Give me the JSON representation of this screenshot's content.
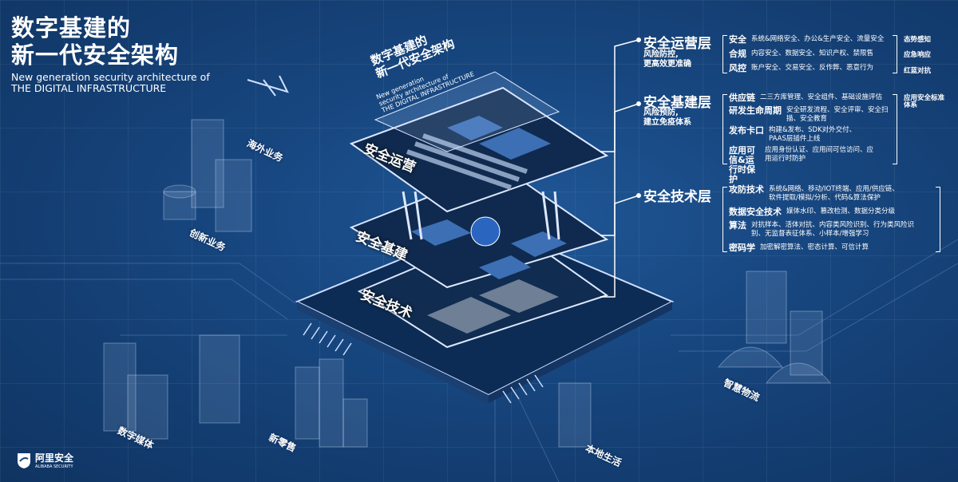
{
  "title": {
    "line1": "数字基建的",
    "line2": "新一代安全架构",
    "en1": "New generation security architecture of",
    "en2": "THE DIGITAL INFRASTRUCTURE"
  },
  "chip": {
    "title1": "数字基建的",
    "title2": "新一代安全架构",
    "en1": "New generation",
    "en2": "security architecture of",
    "en3": "THE DIGITAL INFRASTRUCTURE",
    "layers": [
      "安全运营",
      "安全基建",
      "安全技术"
    ]
  },
  "scenes": [
    "海外业务",
    "创新业务",
    "数字媒体",
    "新零售",
    "本地生活",
    "智慧物流"
  ],
  "panel": {
    "ops": {
      "title": "安全运营层",
      "sub1": "风险防控,",
      "sub2": "更高效更准确",
      "rows": [
        {
          "k": "安全",
          "v": "系统&网络安全、办公&生产安全、流量安全"
        },
        {
          "k": "合规",
          "v": "内容安全、数据安全、知识产权、禁限售"
        },
        {
          "k": "风控",
          "v": "账户安全、交易安全、反作弊、恶意行为"
        }
      ],
      "side": [
        "态势感知",
        "应急响应",
        "红蓝对抗"
      ]
    },
    "infra": {
      "title": "安全基建层",
      "sub1": "风险预防,",
      "sub2": "建立免疫体系",
      "rows": [
        {
          "k": "供应链",
          "v": "二三方库管理、安全组件、基础设施评估"
        },
        {
          "k": "研发生命周期",
          "v": "安全研发流程、安全评审、安全扫描、安全教育"
        },
        {
          "k": "发布卡口",
          "v": "构建&发布、SDK对外交付、PAAS层插件上线"
        },
        {
          "k": "应用可信&运行时保护",
          "v": "应用身份认证、应用间可信访问、应用运行时防护"
        }
      ],
      "side": [
        "应用安全标准",
        "体系"
      ]
    },
    "tech": {
      "title": "安全技术层",
      "rows": [
        {
          "k": "攻防技术",
          "v": "系统&网络、移动/IOT终端、应用/供应链、软件提取/模拟/分析、代码&算法保护"
        },
        {
          "k": "数据安全技术",
          "v": "媒体水印、篡改检测、数据分类分级"
        },
        {
          "k": "算法",
          "v": "对抗样本、活体对抗、内容类风险识别、行为类风险识别、无监督表征体系、小样本/增强学习"
        },
        {
          "k": "密码学",
          "v": "加密解密算法、密态计算、可信计算"
        }
      ]
    }
  },
  "logo": {
    "cn": "阿里安全",
    "en": "ALIBABA SECURITY"
  }
}
